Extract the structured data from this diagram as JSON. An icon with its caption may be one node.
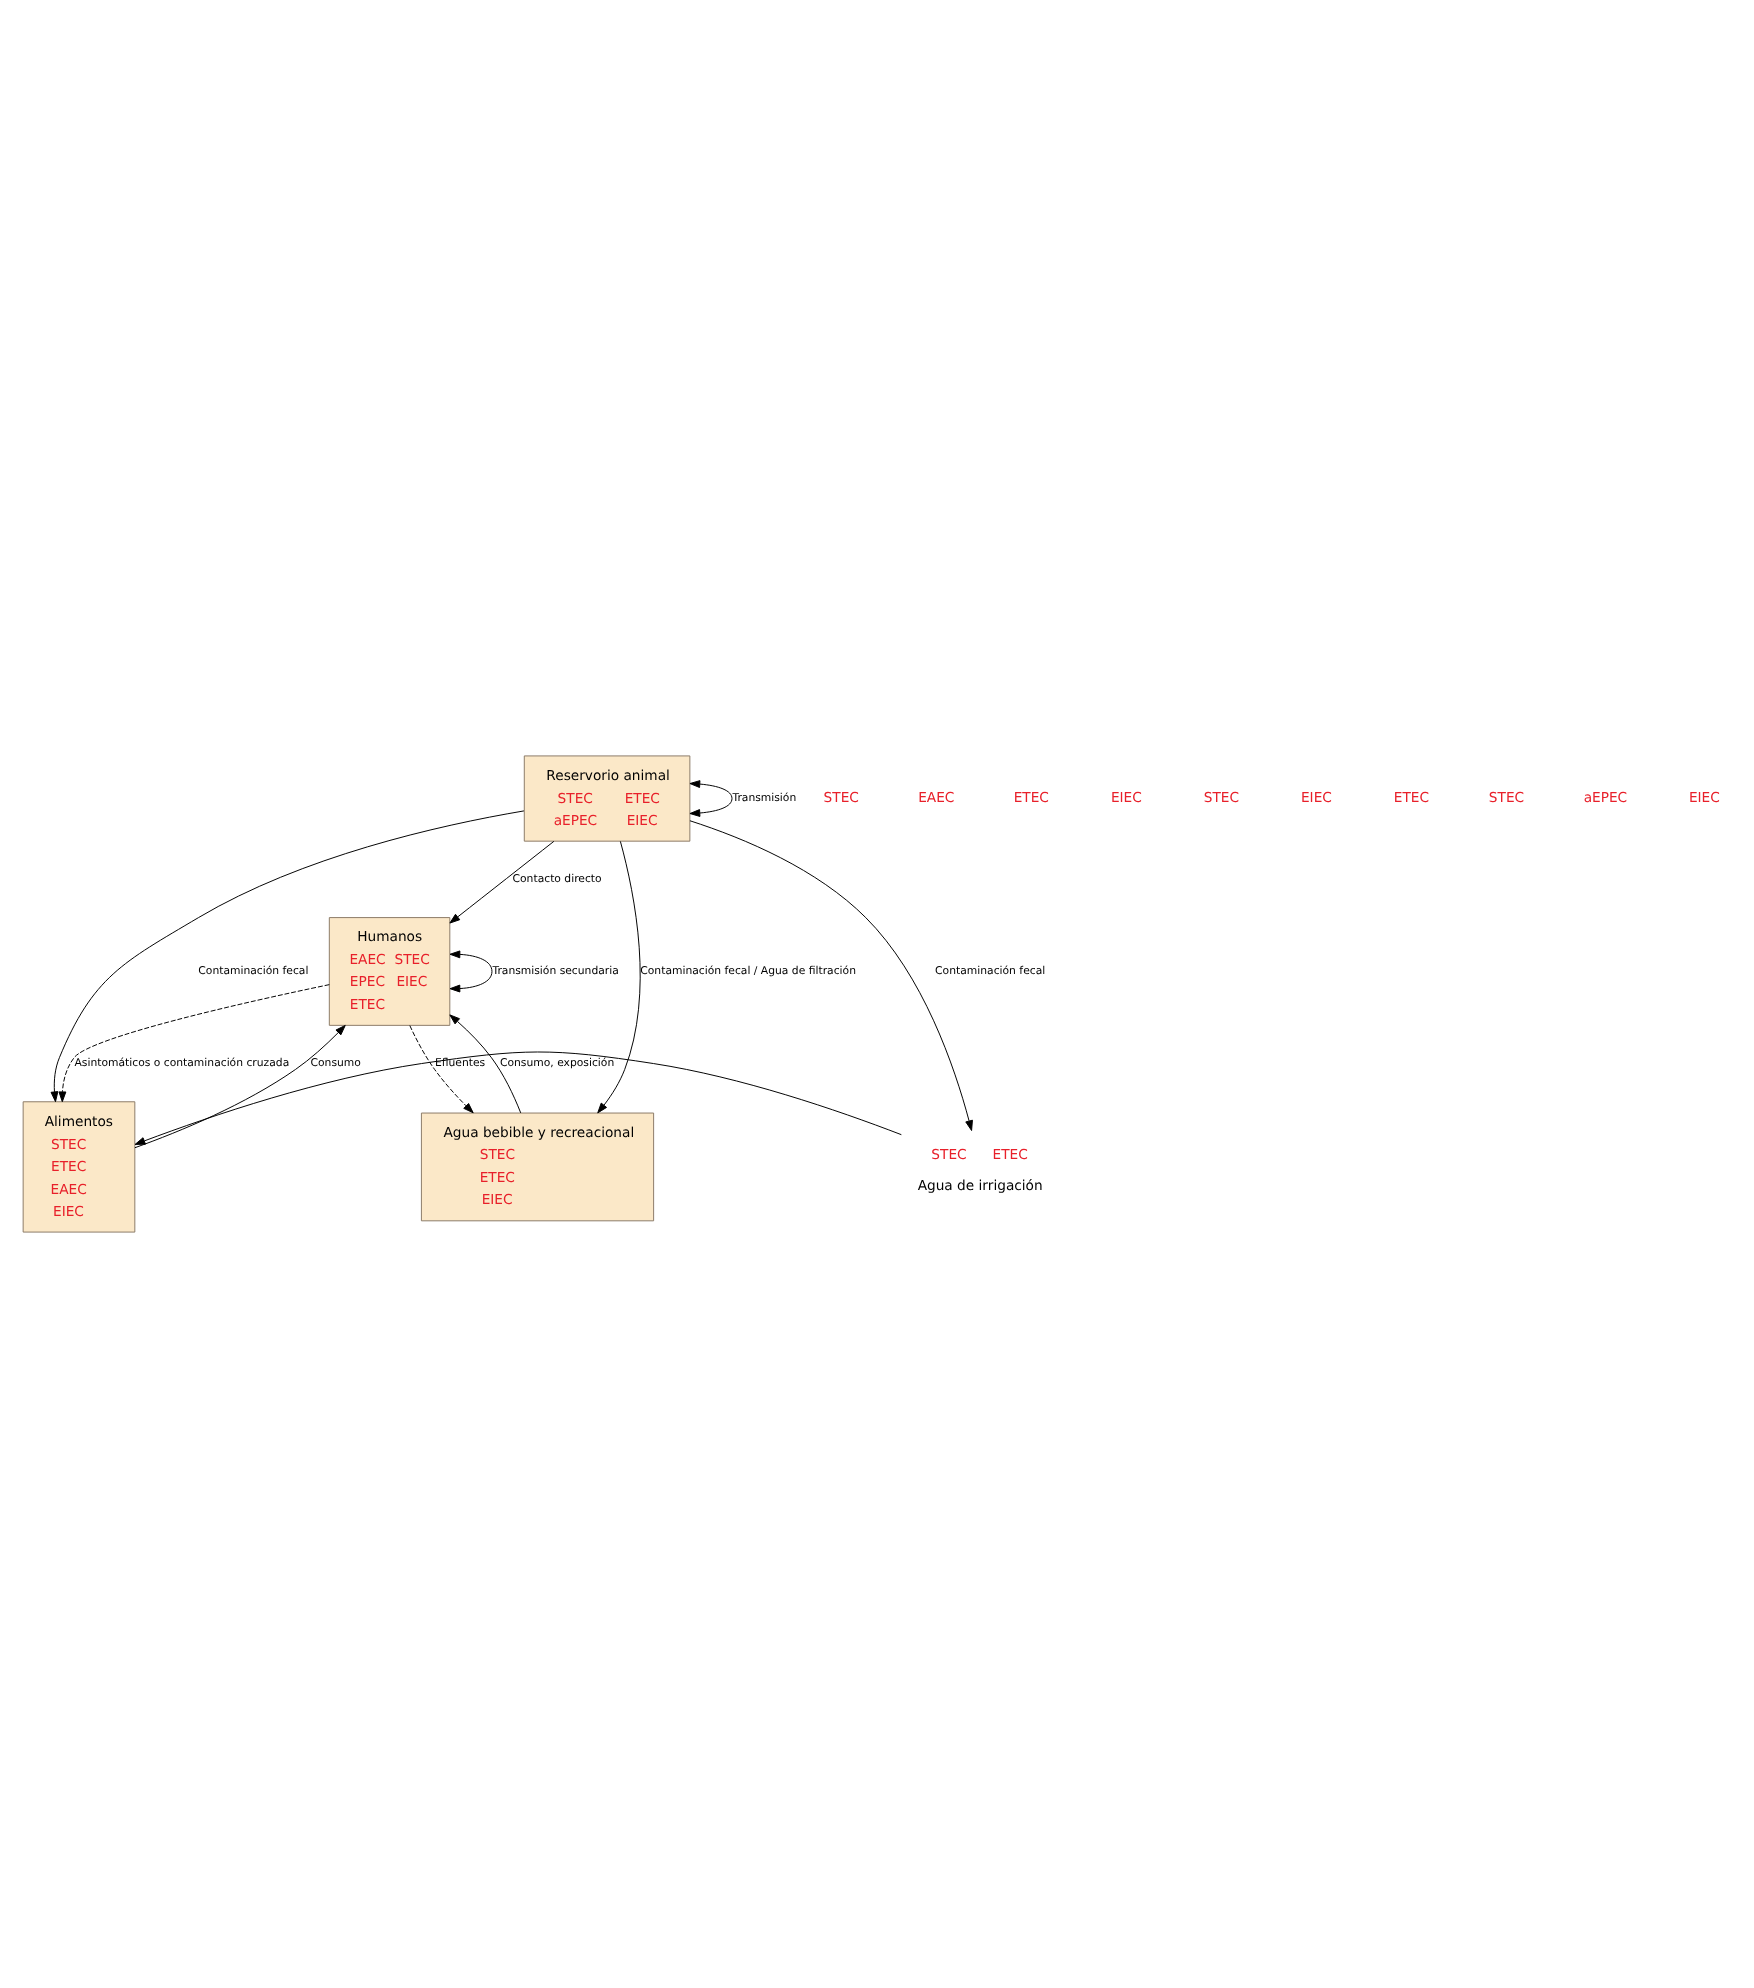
{
  "diagram": {
    "nodes": [
      {
        "text": [
          "Humanos",
          "EAEC",
          "STEC",
          "EPEC",
          "EIEC",
          "ETEC"
        ]
      },
      {
        "text": [
          "Alimentos",
          "STEC",
          "ETEC",
          "EAEC",
          "EIEC"
        ]
      },
      {
        "text": [
          "Agua bebible y recreacional",
          "STEC",
          "ETEC",
          "EIEC"
        ]
      },
      {
        "text": [
          "Agua de irrigación"
        ],
        "beside": [
          "STEC",
          "ETEC"
        ]
      },
      {
        "text": [
          "Reservorio animal",
          "STEC",
          "ETEC",
          "aEPEC",
          "EIEC"
        ]
      }
    ],
    "edges": [
      {
        "from": 0,
        "to": 0,
        "arrow": "both",
        "label": "Transmisión secundaria"
      },
      {
        "from": 0,
        "to": 1,
        "arrow": "to",
        "style": "dashed",
        "label": "Asintomáticos o contaminación cruzada"
      },
      {
        "from": 1,
        "to": 0,
        "arrow": "to",
        "label": "Consumo"
      },
      {
        "from": 0,
        "to": 2,
        "arrow": "to",
        "style": "dashed",
        "label": "Efluentes"
      },
      {
        "from": 2,
        "to": 0,
        "arrow": "to",
        "label": "Consumo, exposición"
      },
      {
        "from": 4,
        "to": 0,
        "arrow": "to",
        "label": "Contacto directo"
      },
      {
        "from": 3,
        "to": 1,
        "arrow": "to"
      },
      {
        "from": 4,
        "to": 3,
        "arrow": "to",
        "label": "Contaminación fecal"
      },
      {
        "from": 4,
        "to": 1,
        "arrow": "to",
        "label": "Contaminación fecal"
      },
      {
        "from": 4,
        "to": 2,
        "arrow": "to",
        "label": "Contaminación fecal / Agua de filtración"
      },
      {
        "from": 4,
        "to": 4,
        "arrow": "both",
        "label": "Transmisión"
      }
    ],
    "labels": [
      "STEC",
      "EAEC",
      "ETEC",
      "EIEC",
      "STEC",
      "EIEC",
      "ETEC",
      "STEC",
      "aEPEC",
      "EIEC"
    ]
  }
}
